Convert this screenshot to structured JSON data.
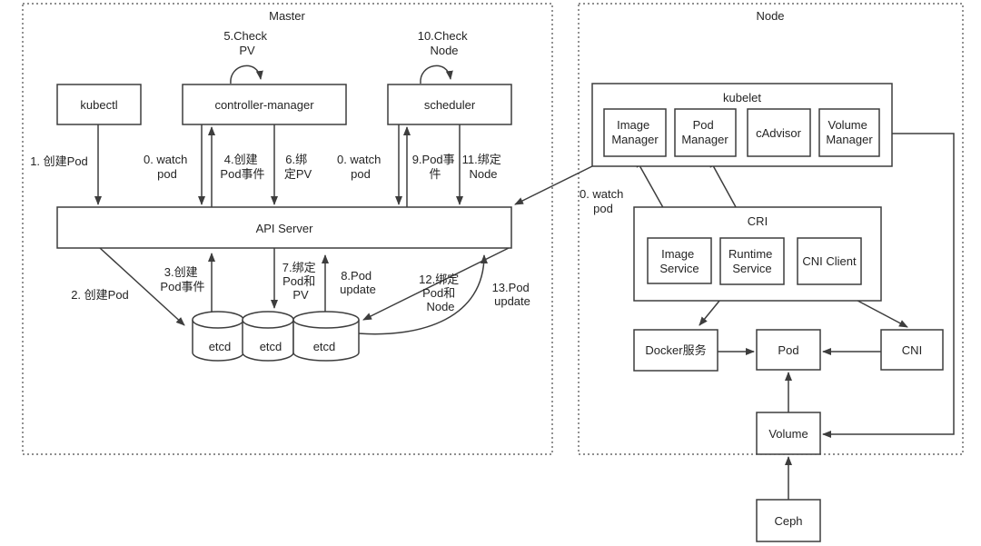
{
  "colors": {
    "line": "#3d3d3d",
    "text": "#242424",
    "background": "#ffffff"
  },
  "master": {
    "title": "Master",
    "boxes": {
      "kubectl": "kubectl",
      "controller_manager": "controller-manager",
      "scheduler": "scheduler",
      "api_server": "API Server",
      "etcd": [
        "etcd",
        "etcd",
        "etcd"
      ]
    },
    "loop_labels": {
      "check_pv": [
        "5.Check",
        "PV"
      ],
      "check_node": [
        "10.Check",
        "Node"
      ]
    },
    "edge_labels": {
      "create_pod_1": "1. 创建Pod",
      "watch_pod_cm": [
        "0. watch",
        "pod"
      ],
      "create_pod_event_4": [
        "4.创建",
        "Pod事件"
      ],
      "bind_pv_6": [
        "6.绑",
        "定PV"
      ],
      "watch_pod_sched": [
        "0. watch",
        "pod"
      ],
      "pod_event_9": [
        "9.Pod事",
        "件"
      ],
      "bind_node_11": [
        "11.绑定",
        "Node"
      ],
      "create_pod_2": "2. 创建Pod",
      "create_pod_event_3": [
        "3.创建",
        "Pod事件"
      ],
      "bind_pod_pv_7": [
        "7.绑定",
        "Pod和",
        "PV"
      ],
      "pod_update_8": [
        "8.Pod",
        "update"
      ],
      "bind_pod_node_12": [
        "12.绑定",
        "Pod和",
        "Node"
      ],
      "pod_update_13": [
        "13.Pod",
        "update"
      ]
    }
  },
  "node": {
    "title": "Node",
    "kubelet": {
      "title": "kubelet",
      "image_manager": [
        "Image",
        "Manager"
      ],
      "pod_manager": [
        "Pod",
        "Manager"
      ],
      "cadvisor": "cAdvisor",
      "volume_manager": [
        "Volume",
        "Manager"
      ]
    },
    "cri": {
      "title": "CRI",
      "image_service": [
        "Image",
        "Service"
      ],
      "runtime_service": [
        "Runtime",
        "Service"
      ],
      "cni_client": "CNI Client"
    },
    "boxes": {
      "docker": "Docker服务",
      "pod": "Pod",
      "cni": "CNI",
      "volume": "Volume",
      "ceph": "Ceph"
    },
    "edge_labels": {
      "watch_pod": [
        "0. watch",
        "pod"
      ]
    }
  }
}
